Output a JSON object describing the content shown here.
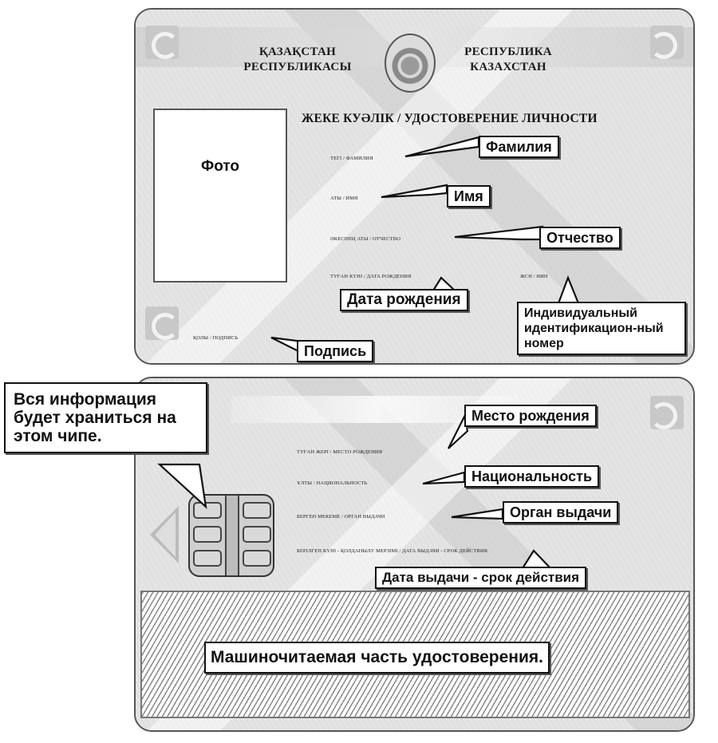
{
  "front": {
    "country_kz": [
      "ҚАЗАҚСТАН",
      "РЕСПУБЛИКАСЫ"
    ],
    "country_ru": [
      "РЕСПУБЛИКА",
      "КАЗАХСТАН"
    ],
    "document_title": "ЖЕКЕ КУӘЛІК / УДОСТОВЕРЕНИЕ ЛИЧНОСТИ",
    "photo_label": "Фото",
    "fields": {
      "surname": "ТЕГІ / ФАМИЛИЯ",
      "name": "АТЫ / ИМЯ",
      "patronymic": "ӘКЕСІНІҢ АТЫ / ОТЧЕСТВО",
      "birth_date": "ТУҒАН КҮНІ / ДАТА РОЖДЕНИЯ",
      "iin": "ЖСН / ИИН",
      "signature": "ҚОЛЫ / ПОДПИСЬ"
    },
    "callouts": {
      "surname": "Фамилия",
      "name": "Имя",
      "patronymic": "Отчество",
      "birth_date": "Дата рождения",
      "iin": "Индивидуальный идентификацион-ный номер",
      "signature": "Подпись"
    }
  },
  "back": {
    "chip_note": "Вся информация будет храниться на этом чипе.",
    "fields": {
      "birth_place": "ТУҒАН ЖЕРІ / МЕСТО РОЖДЕНИЯ",
      "nationality": "ҰЛТЫ / НАЦИОНАЛЬНОСТЬ",
      "issuer": "БЕРГЕН МЕКЕМЕ / ОРГАН ВЫДАЧИ",
      "validity": "БЕРІЛГЕН КҮНІ - ҚОЛДАНЫЛУ МЕРЗІМІ / ДАТА ВЫДАЧИ - СРОК ДЕЙСТВИЯ"
    },
    "callouts": {
      "birth_place": "Место рождения",
      "nationality": "Национальность",
      "issuer": "Орган выдачи",
      "validity": "Дата выдачи - срок действия"
    },
    "mrz_label": "Машиночитаемая часть удостоверения."
  }
}
